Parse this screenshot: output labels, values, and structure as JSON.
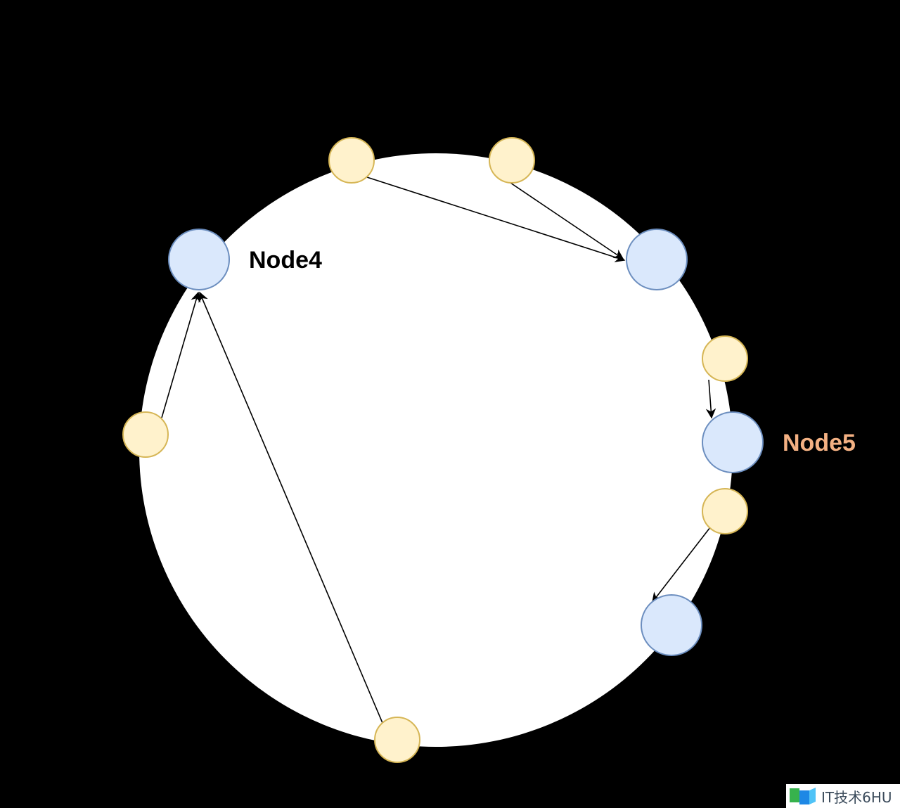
{
  "colors": {
    "background": "#000000",
    "ring_fill": "#ffffff",
    "server_node_fill": "#dae8fc",
    "server_node_stroke": "#6c8ebf",
    "key_fill": "#fff2cc",
    "key_stroke": "#d6b656",
    "arrow": "#000000",
    "label_default": "#000000",
    "label_highlight": "#f4b183"
  },
  "labels": {
    "node4": "Node4",
    "node5": "Node5"
  },
  "watermark": {
    "text": "IT技术6HU",
    "icon": "book-logo-icon"
  }
}
